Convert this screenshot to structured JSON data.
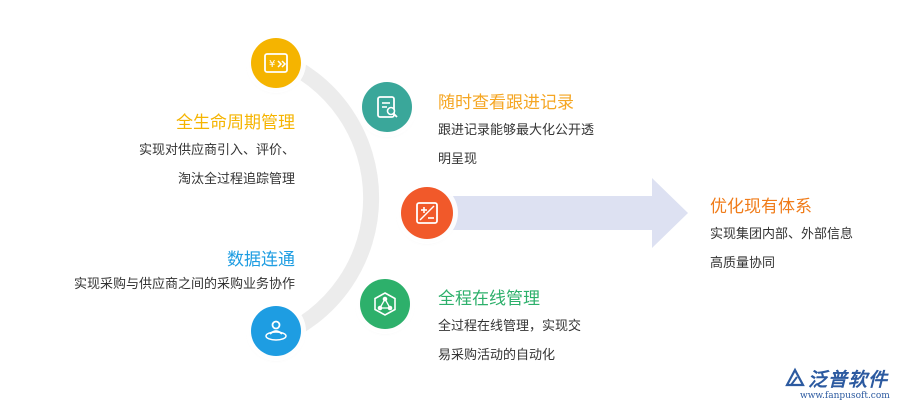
{
  "diagram": {
    "nodes": [
      {
        "id": "lifecycle",
        "title": "全生命周期管理",
        "lines": [
          "实现对供应商引入、评价、",
          "淘汰全过程追踪管理"
        ],
        "icon": "yen-card-icon",
        "color": "#f5b400"
      },
      {
        "id": "tracking",
        "title": "随时查看跟进记录",
        "lines": [
          "跟进记录能够最大化公开透",
          "明呈现"
        ],
        "icon": "document-search-icon",
        "color": "#3aa79a"
      },
      {
        "id": "center",
        "icon": "plus-minus-icon",
        "color": "#f1592a"
      },
      {
        "id": "data",
        "title": "数据连通",
        "lines": [
          "实现采购与供应商之间的采购业务协作"
        ],
        "icon": "connected-person-icon",
        "color": "#1e9de2"
      },
      {
        "id": "online",
        "title": "全程在线管理",
        "lines": [
          "全过程在线管理，实现交",
          "易采购活动的自动化"
        ],
        "icon": "network-hexagon-icon",
        "color": "#2db06b"
      }
    ],
    "outcome": {
      "title": "优化现有体系",
      "lines": [
        "实现集团内部、外部信息",
        "高质量协同"
      ],
      "color": "#f07c1a"
    }
  },
  "watermark": {
    "brand": "泛普软件",
    "url": "www.fanpusoft.com"
  },
  "colors": {
    "arc": "#ececec",
    "arrow": "#dde1f2"
  }
}
